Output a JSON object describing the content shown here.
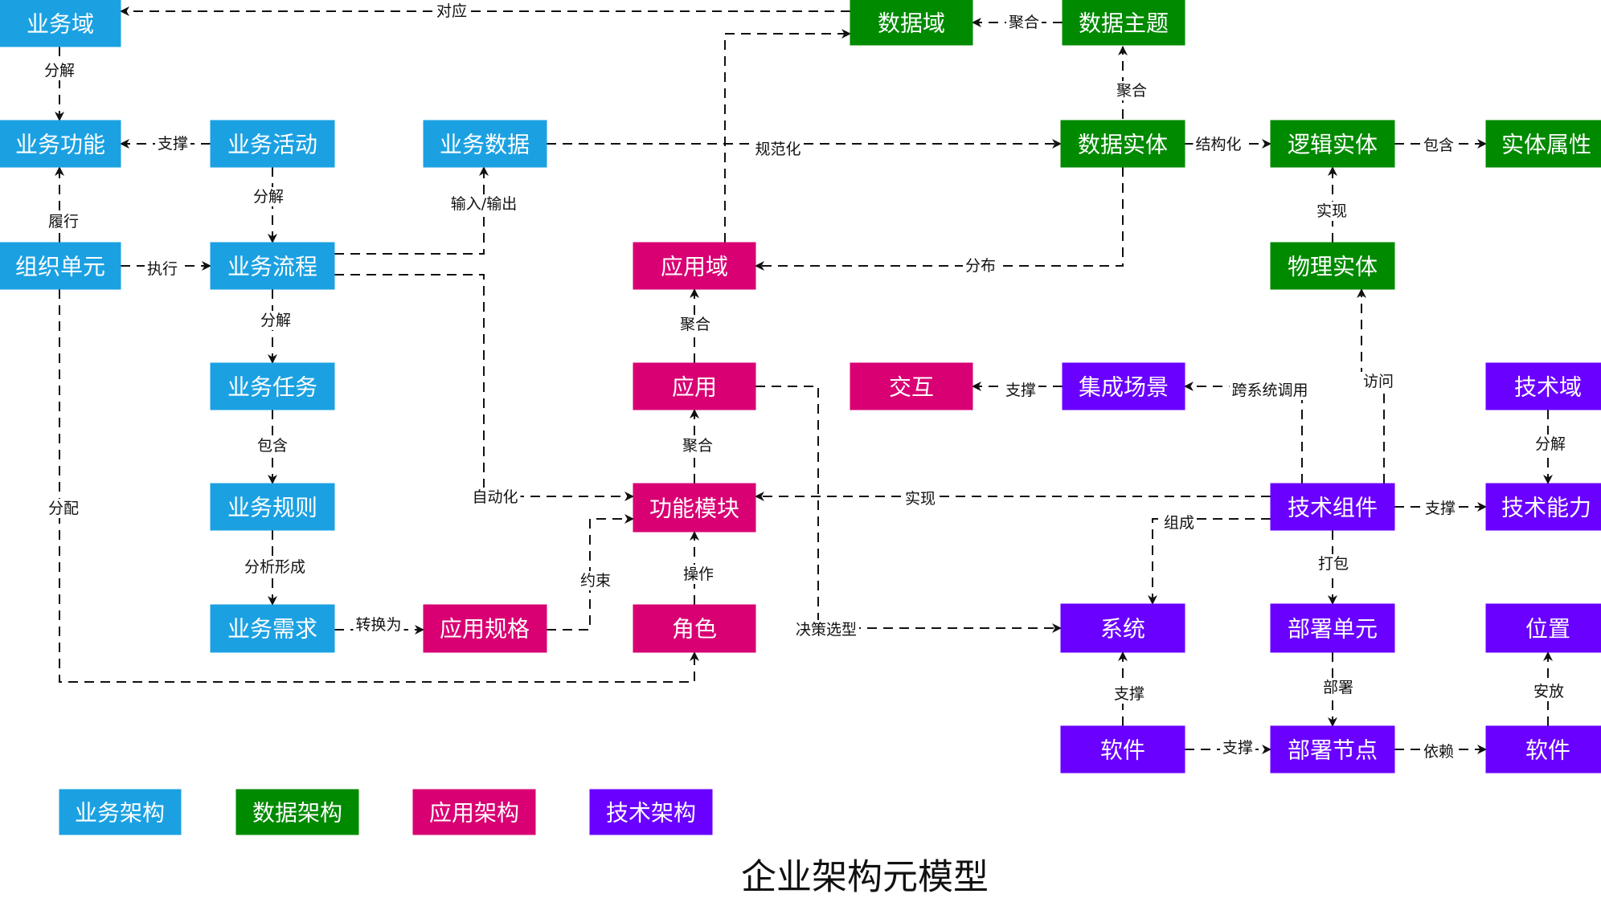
{
  "colors": {
    "business": "#1ba1e2",
    "data": "#008a00",
    "application": "#d80073",
    "technology": "#6a00ff"
  },
  "nodes": {
    "biz_domain": {
      "label": "业务域",
      "layer": "business"
    },
    "biz_function": {
      "label": "业务功能",
      "layer": "business"
    },
    "biz_activity": {
      "label": "业务活动",
      "layer": "business"
    },
    "biz_data": {
      "label": "业务数据",
      "layer": "business"
    },
    "org_unit": {
      "label": "组织单元",
      "layer": "business"
    },
    "biz_process": {
      "label": "业务流程",
      "layer": "business"
    },
    "biz_task": {
      "label": "业务任务",
      "layer": "business"
    },
    "biz_rule": {
      "label": "业务规则",
      "layer": "business"
    },
    "biz_requirement": {
      "label": "业务需求",
      "layer": "business"
    },
    "data_domain": {
      "label": "数据域",
      "layer": "data"
    },
    "data_subject": {
      "label": "数据主题",
      "layer": "data"
    },
    "data_entity": {
      "label": "数据实体",
      "layer": "data"
    },
    "logical_entity": {
      "label": "逻辑实体",
      "layer": "data"
    },
    "entity_attribute": {
      "label": "实体属性",
      "layer": "data"
    },
    "physical_entity": {
      "label": "物理实体",
      "layer": "data"
    },
    "app_domain": {
      "label": "应用域",
      "layer": "application"
    },
    "application": {
      "label": "应用",
      "layer": "application"
    },
    "interaction": {
      "label": "交互",
      "layer": "application"
    },
    "function_module": {
      "label": "功能模块",
      "layer": "application"
    },
    "app_spec": {
      "label": "应用规格",
      "layer": "application"
    },
    "role": {
      "label": "角色",
      "layer": "application"
    },
    "integration": {
      "label": "集成场景",
      "layer": "technology"
    },
    "tech_domain": {
      "label": "技术域",
      "layer": "technology"
    },
    "tech_component": {
      "label": "技术组件",
      "layer": "technology"
    },
    "tech_capability": {
      "label": "技术能力",
      "layer": "technology"
    },
    "system": {
      "label": "系统",
      "layer": "technology"
    },
    "deploy_unit": {
      "label": "部署单元",
      "layer": "technology"
    },
    "location": {
      "label": "位置",
      "layer": "technology"
    },
    "software_a": {
      "label": "软件",
      "layer": "technology"
    },
    "deploy_node": {
      "label": "部署节点",
      "layer": "technology"
    },
    "software_b": {
      "label": "软件",
      "layer": "technology"
    }
  },
  "edge_labels": {
    "correspond": "对应",
    "aggregate_subject": "聚合",
    "aggregate_entity": "聚合",
    "decompose_domain": "分解",
    "support_activity": "支撑",
    "decompose_activity": "分解",
    "input_output": "输入/输出",
    "normalize": "规范化",
    "structure": "结构化",
    "contain_attr": "包含",
    "perform": "履行",
    "execute": "执行",
    "implement_physical": "实现",
    "distribute": "分布",
    "decompose_process": "分解",
    "aggregate_app": "聚合",
    "aggregate_module": "聚合",
    "support_interaction": "支撑",
    "cross_system": "跨系统调用",
    "access": "访问",
    "contain_rule": "包含",
    "allocate": "分配",
    "automate": "自动化",
    "implement_module": "实现",
    "decompose_tech": "分解",
    "compose": "组成",
    "support_capability": "支撑",
    "analyze": "分析形成",
    "constraint": "约束",
    "operate": "操作",
    "package": "打包",
    "convert": "转换为",
    "decision": "决策选型",
    "support_system": "支撑",
    "deploy": "部署",
    "install": "安放",
    "support_node": "支撑",
    "depend": "依赖"
  },
  "legend": [
    {
      "label": "业务架构",
      "layer": "business"
    },
    {
      "label": "数据架构",
      "layer": "data"
    },
    {
      "label": "应用架构",
      "layer": "application"
    },
    {
      "label": "技术架构",
      "layer": "technology"
    }
  ],
  "caption": "企业架构元模型"
}
